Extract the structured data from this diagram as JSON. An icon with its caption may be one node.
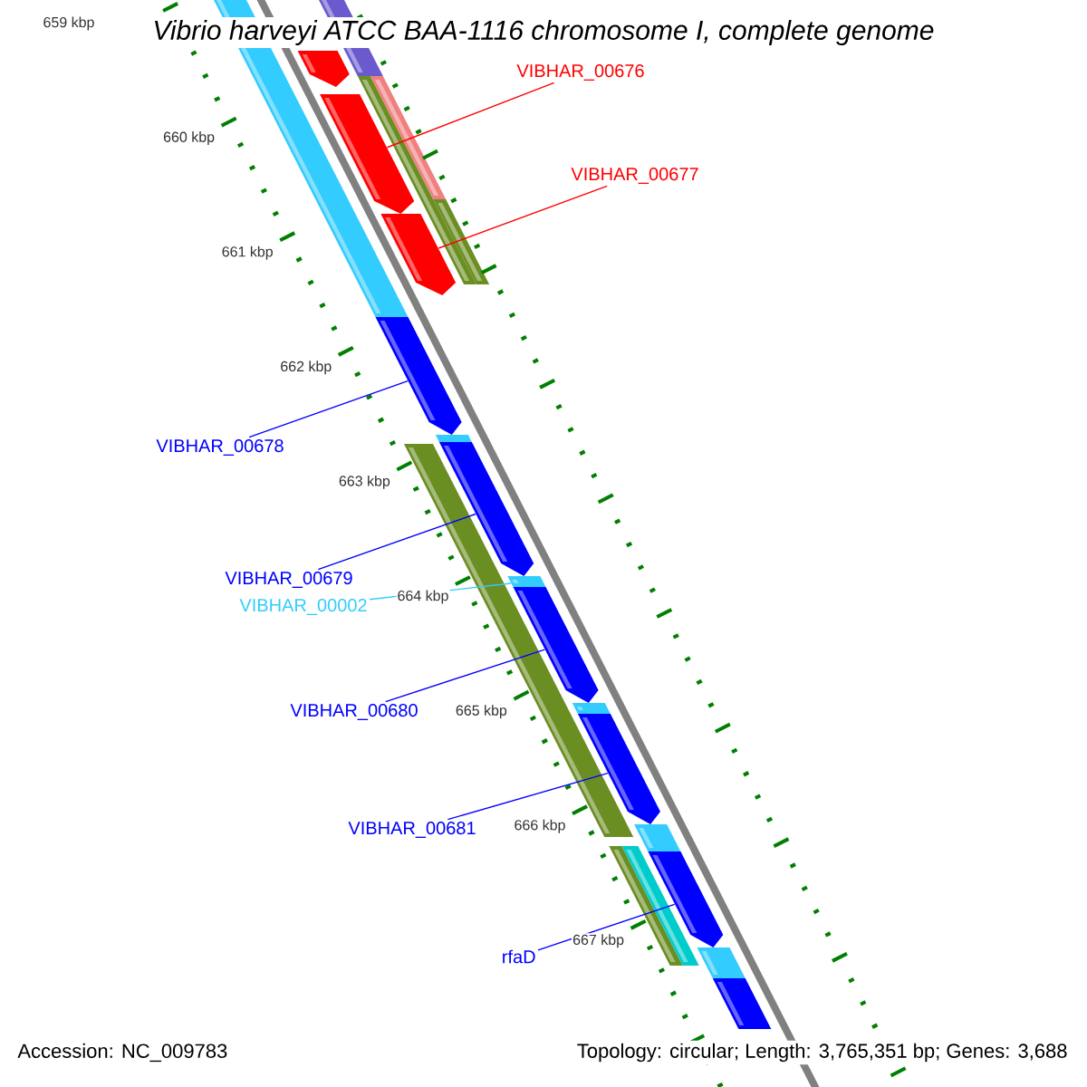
{
  "diagram": {
    "title": "Vibrio harveyi ATCC BAA-1116 chromosome I, complete genome",
    "nodes": [
      {
        "text": [
          "VIBHAR_00676"
        ]
      },
      {
        "text": [
          "VIBHAR_00677"
        ]
      },
      {
        "text": [
          "VIBHAR_00678"
        ]
      },
      {
        "text": [
          "VIBHAR_00679"
        ]
      },
      {
        "text": [
          "VIBHAR_00002"
        ]
      },
      {
        "text": [
          "VIBHAR_00680"
        ]
      },
      {
        "text": [
          "VIBHAR_00681"
        ]
      },
      {
        "text": [
          "rfaD"
        ]
      },
      {
        "text": [],
        "shape": "bar"
      },
      {
        "text": [],
        "shape": "bar"
      },
      {
        "text": [],
        "shape": "bar"
      },
      {
        "text": [],
        "shape": "bar"
      },
      {
        "text": [],
        "shape": "bar"
      },
      {
        "text": [],
        "shape": "bar"
      },
      {
        "text": [],
        "shape": "bar"
      },
      {
        "text": [],
        "shape": "bar"
      },
      {
        "text": [],
        "shape": "bar"
      },
      {
        "text": [],
        "shape": "bar"
      }
    ],
    "edges": [
      {
        "from": 0,
        "to": 8,
        "arrow": "none",
        "color": "#ff0000"
      },
      {
        "from": 1,
        "to": 9,
        "arrow": "none",
        "color": "#ff0000"
      },
      {
        "from": 2,
        "to": 10,
        "arrow": "none"
      },
      {
        "from": 3,
        "to": 11,
        "arrow": "none"
      },
      {
        "from": 4,
        "to": 12,
        "arrow": "none",
        "color": "#33ccff"
      },
      {
        "from": 5,
        "to": 13,
        "arrow": "none"
      },
      {
        "from": 6,
        "to": 14,
        "arrow": "none"
      },
      {
        "from": 7,
        "to": 15,
        "arrow": "none"
      }
    ],
    "labels": [
      "659 kbp",
      "660 kbp",
      "661 kbp",
      "662 kbp",
      "663 kbp",
      "664 kbp",
      "665 kbp",
      "666 kbp",
      "667 kbp",
      "Accession: NC_009783",
      "Topology: circular; Length: 3,765,351 bp; Genes: 3,688"
    ]
  }
}
